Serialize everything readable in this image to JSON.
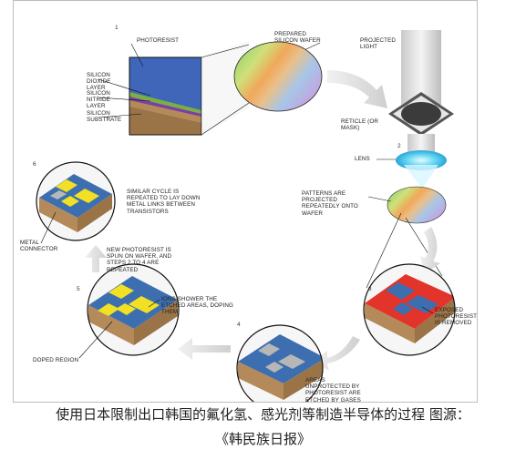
{
  "diagram": {
    "labels": {
      "photoresist": "PHOTORESIST",
      "silicon_dioxide_layer": "SILICON DIOXIDE LAYER",
      "silicon_nitride_layer": "SILICON NITRIDE LAYER",
      "silicon_substrate": "SILICON SUBSTRATE",
      "prepared_silicon_wafer": "PREPARED SILICON WAFER",
      "projected_light": "PROJECTED LIGHT",
      "reticle": "RETICLE (OR MASK)",
      "lens": "LENS",
      "patterns_projected": "PATTERNS ARE PROJECTED REPEATEDLY ONTO WAFER",
      "exposed_photoresist": "EXPOSED PHOTORESIST IS REMOVED",
      "areas_unprotected": "AREAS UNPROTECTED BY PHOTORESIST ARE ETCHED BY GASES",
      "ions_shower": "IONS SHOWER THE ETCHED AREAS, DOPING THEM",
      "doped_region": "DOPED REGION",
      "new_photoresist": "NEW PHOTORESIST IS SPUN ON WAFER, AND STEPS 2 TO 4 ARE REPEATED",
      "similar_cycle": "SIMILAR CYCLE IS REPEATED TO LAY DOWN METAL LINKS BETWEEN TRANSISTORS",
      "metal_connector": "METAL CONNECTOR"
    },
    "step_numbers": [
      "1",
      "2",
      "3",
      "4",
      "5",
      "6"
    ],
    "colors": {
      "arrow": "#d9d9d9",
      "substrate": "#b48a5a",
      "chip_blue": "#3d6fb0",
      "photoresist_red": "#e2342a",
      "doped_yellow": "#f1e024",
      "lens_cyan": "#5ed3f0"
    }
  },
  "caption": {
    "line1": "使用日本限制出口韩国的氟化氢、感光剂等制造半导体的过程  图源：",
    "line2": "《韩民族日报》"
  }
}
